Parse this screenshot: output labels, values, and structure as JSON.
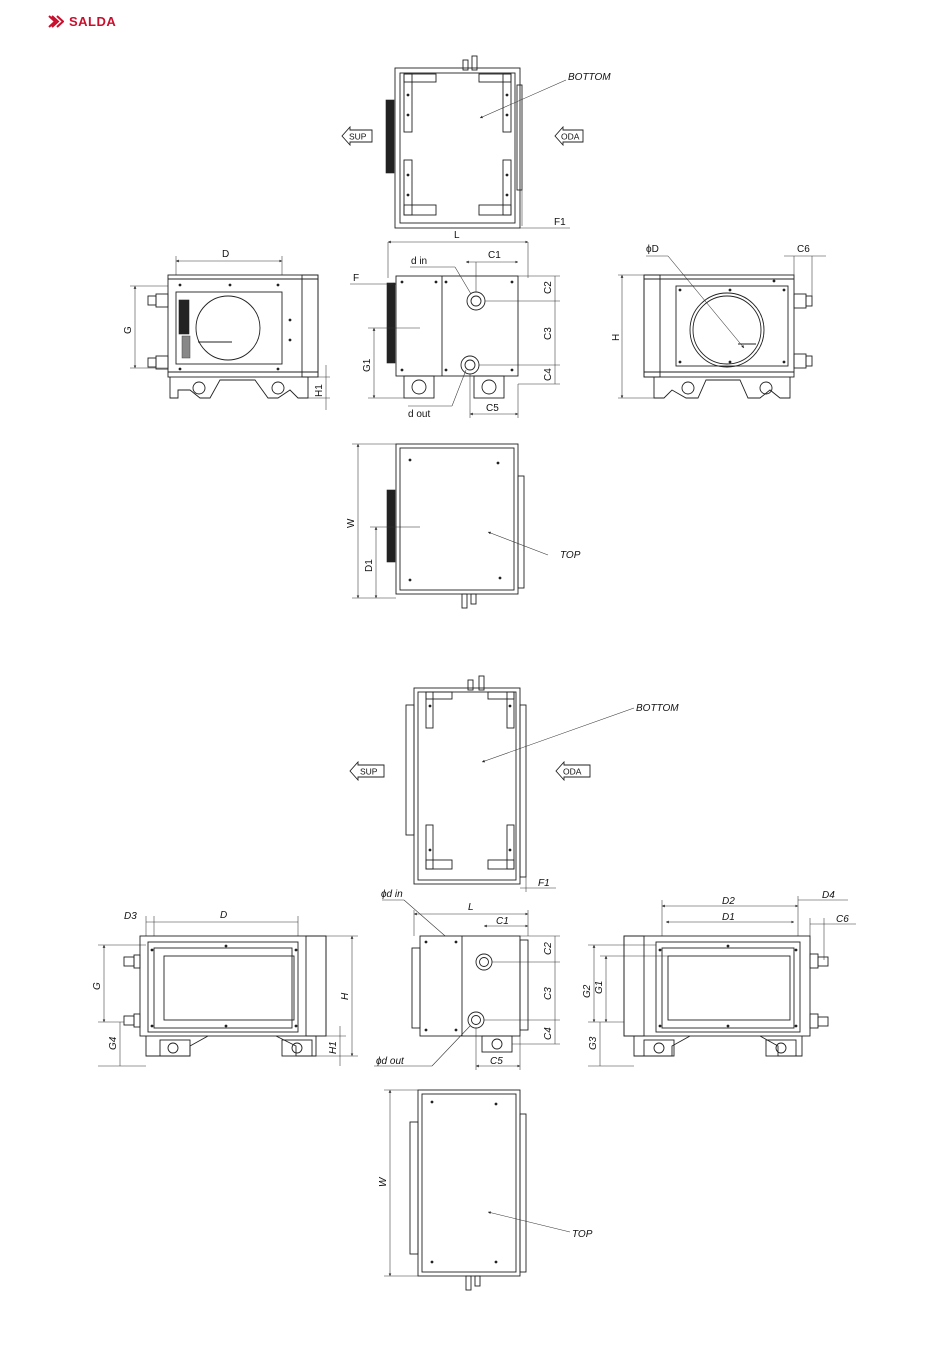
{
  "brand": {
    "name": "SALDA",
    "color": "#c8102e",
    "icon": "salda-logo-icon"
  },
  "diagram_a": {
    "bottom_label": "BOTTOM",
    "sup_label": "SUP",
    "oda_label": "ODA",
    "top_label": "TOP",
    "dims": {
      "L": "L",
      "F1": "F1",
      "F": "F",
      "D": "D",
      "G": "G",
      "H1": "H1",
      "d_in": "d in",
      "d_out": "d out",
      "C1": "C1",
      "C2": "C2",
      "C3": "C3",
      "C4": "C4",
      "C5": "C5",
      "G1": "G1",
      "phiD": "ϕD",
      "C6": "C6",
      "H": "H",
      "W": "W",
      "D1": "D1"
    }
  },
  "diagram_b": {
    "bottom_label": "BOTTOM",
    "sup_label": "SUP",
    "oda_label": "ODA",
    "top_label": "TOP",
    "dims": {
      "F1": "F1",
      "D3": "D3",
      "D": "D",
      "G": "G",
      "G4": "G4",
      "H": "H",
      "H1": "H1",
      "phi_d_in": "ϕd in",
      "phi_d_out": "ϕd out",
      "L": "L",
      "C1": "C1",
      "C2": "C2",
      "C3": "C3",
      "C4": "C4",
      "C5": "C5",
      "D2": "D2",
      "D4": "D4",
      "D1": "D1",
      "C6": "C6",
      "G2": "G2",
      "G1": "G1",
      "G3": "G3",
      "W": "W"
    }
  }
}
